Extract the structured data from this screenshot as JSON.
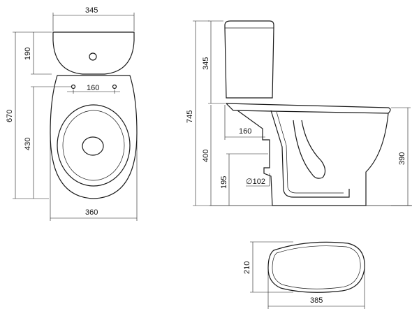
{
  "drawing": {
    "accent_color": "#1a1a1a",
    "views": {
      "top": {
        "dim_tank_width": "345",
        "dim_tank_depth": "190",
        "dim_total_length": "670",
        "dim_bolt_spacing": "160",
        "dim_bowl_length": "430",
        "dim_bowl_width": "360"
      },
      "side": {
        "dim_tank_height": "345",
        "dim_total_height": "745",
        "dim_seat_height": "400",
        "dim_outlet_offset": "160",
        "dim_outlet_height": "195",
        "dim_outlet_diameter": "∅102",
        "dim_rim_height": "390"
      },
      "base": {
        "dim_base_depth": "210",
        "dim_base_width": "385"
      }
    }
  }
}
